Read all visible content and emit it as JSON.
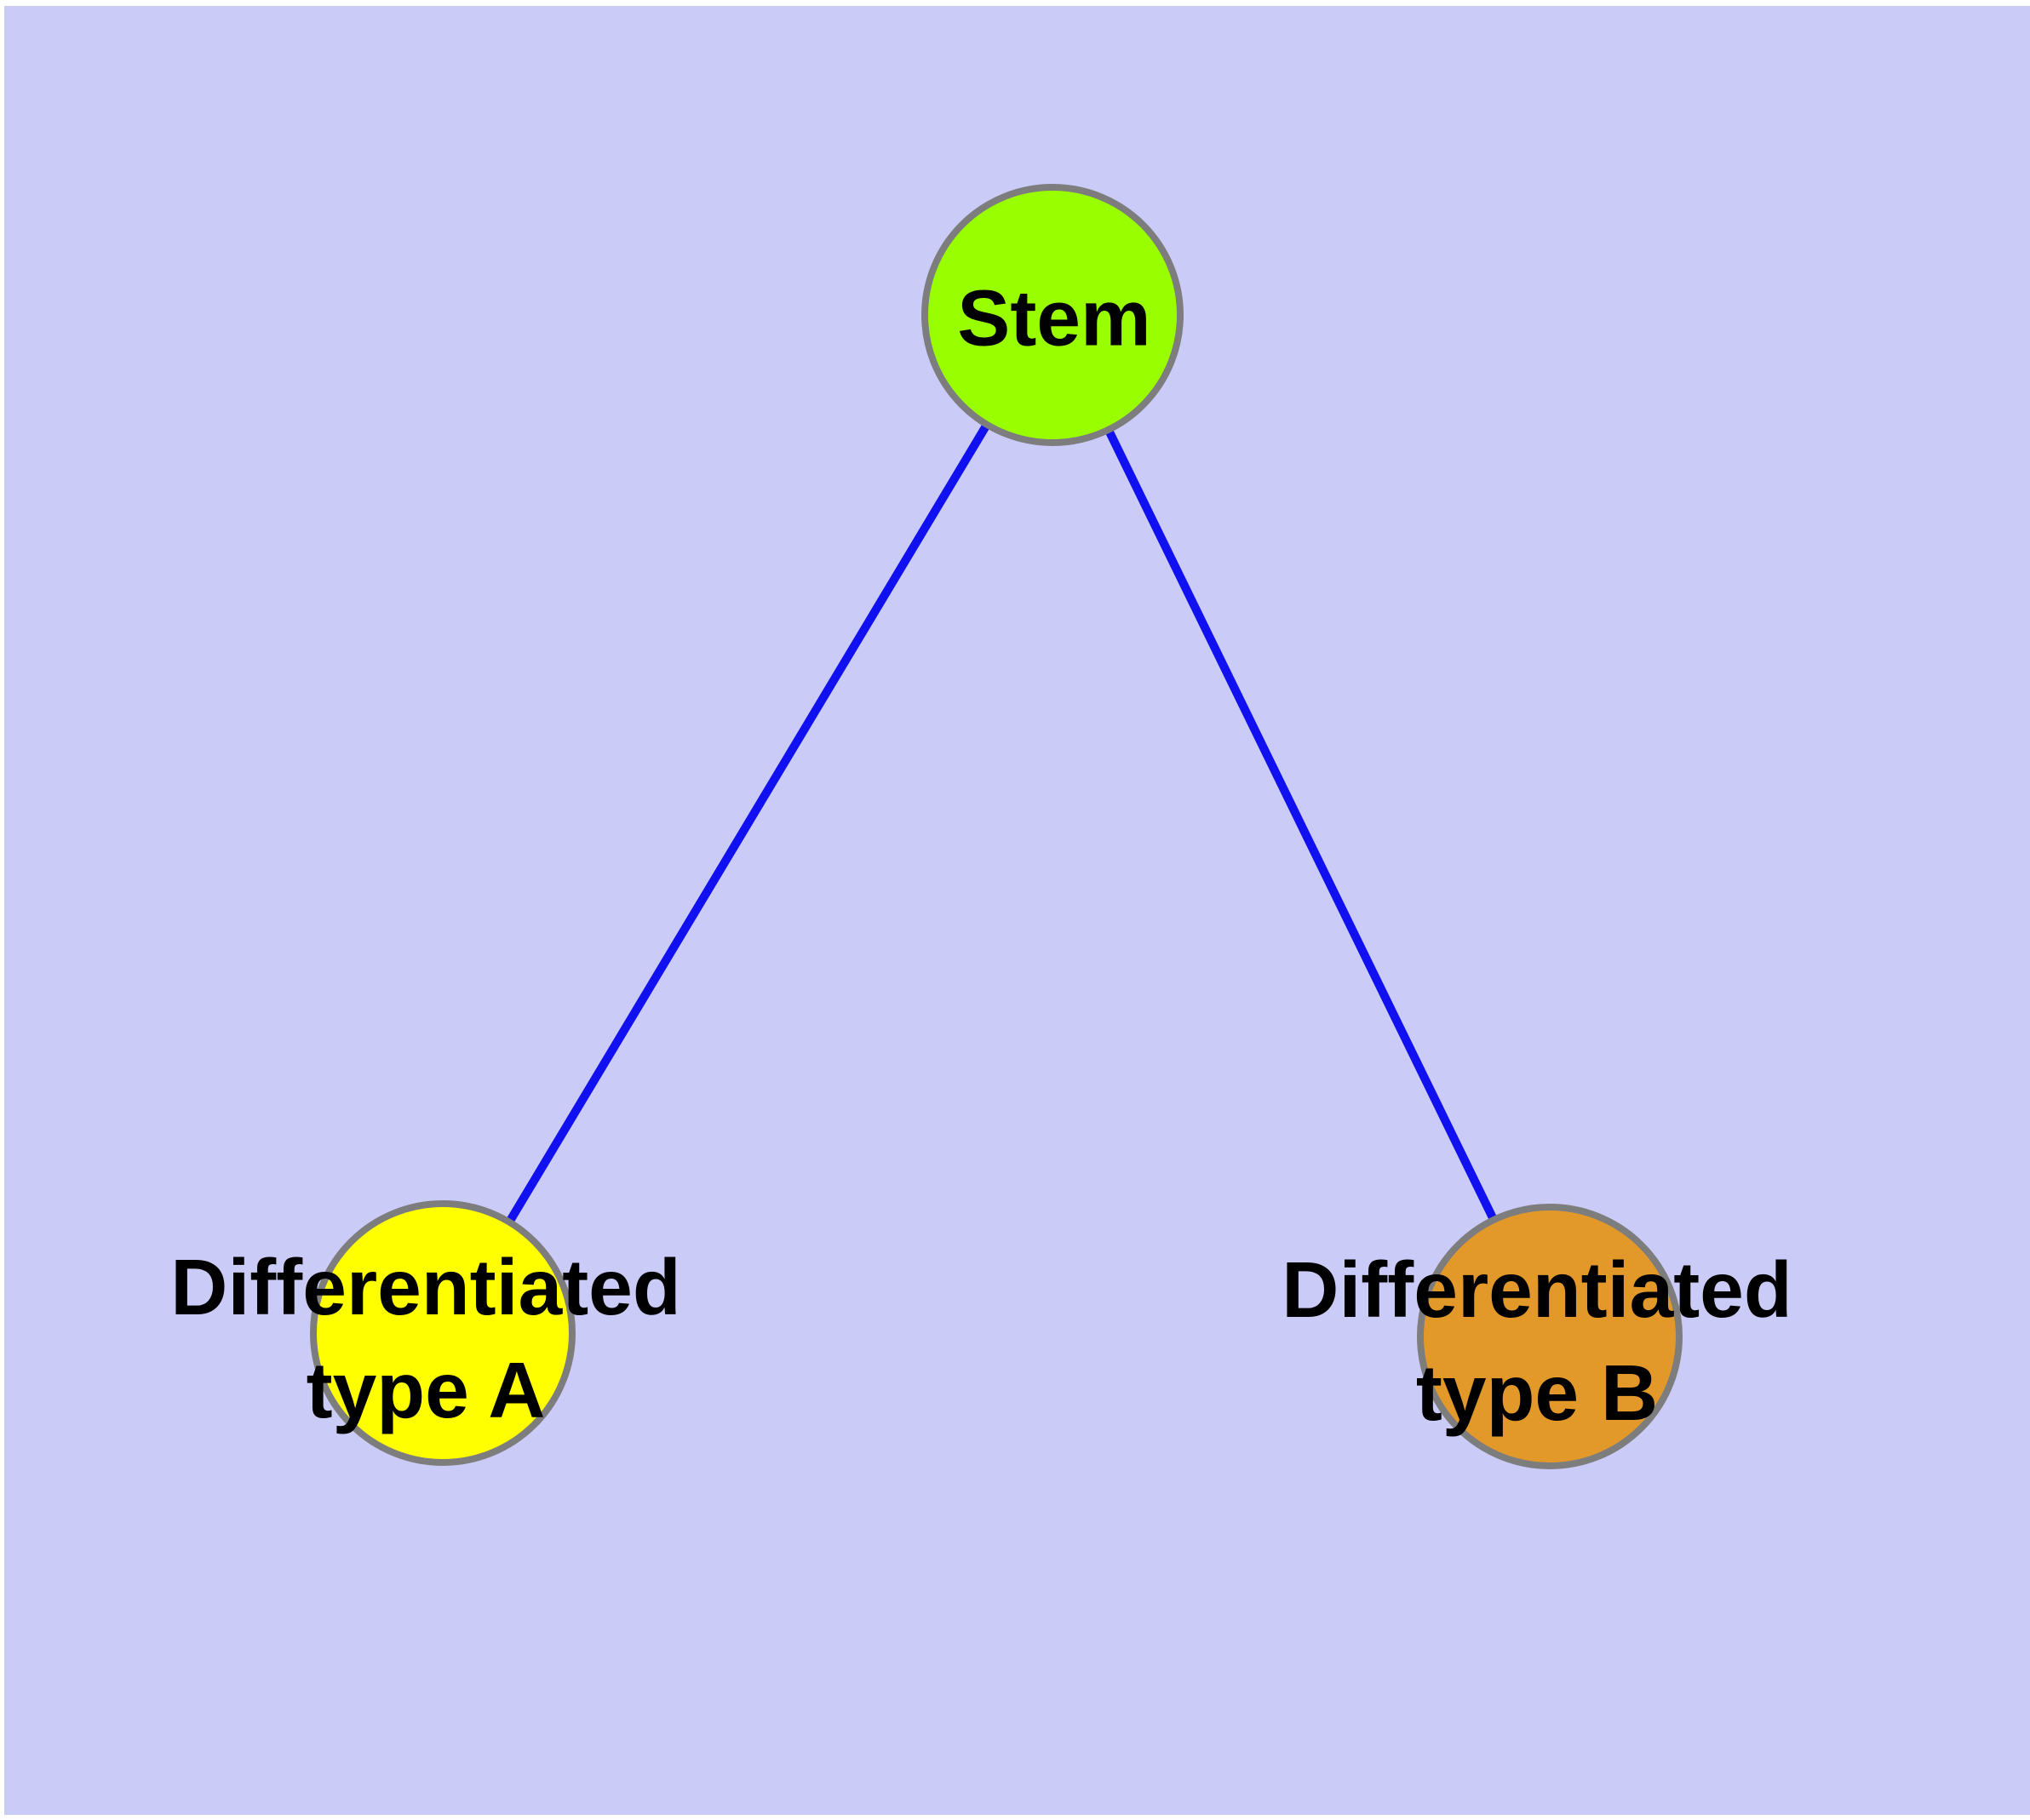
{
  "figure": {
    "background_color": "#cbcbf8",
    "outer_margin_color": "#ffffff",
    "edge_color": "#1010f0",
    "node_outline_color": "#7d7d7d",
    "label_color": "#000000"
  },
  "nodes": {
    "stem": {
      "label": "Stem",
      "fill_color": "#99fe00"
    },
    "type_a": {
      "label_line1": "Differentiated",
      "label_line2": "type A",
      "fill_color": "#ffff00"
    },
    "type_b": {
      "label_line1": "Differentiated",
      "label_line2": "type B",
      "fill_color": "#e3992a"
    }
  },
  "edges": [
    {
      "from": "Stem",
      "to": "Differentiated type A"
    },
    {
      "from": "Stem",
      "to": "Differentiated type B"
    }
  ]
}
